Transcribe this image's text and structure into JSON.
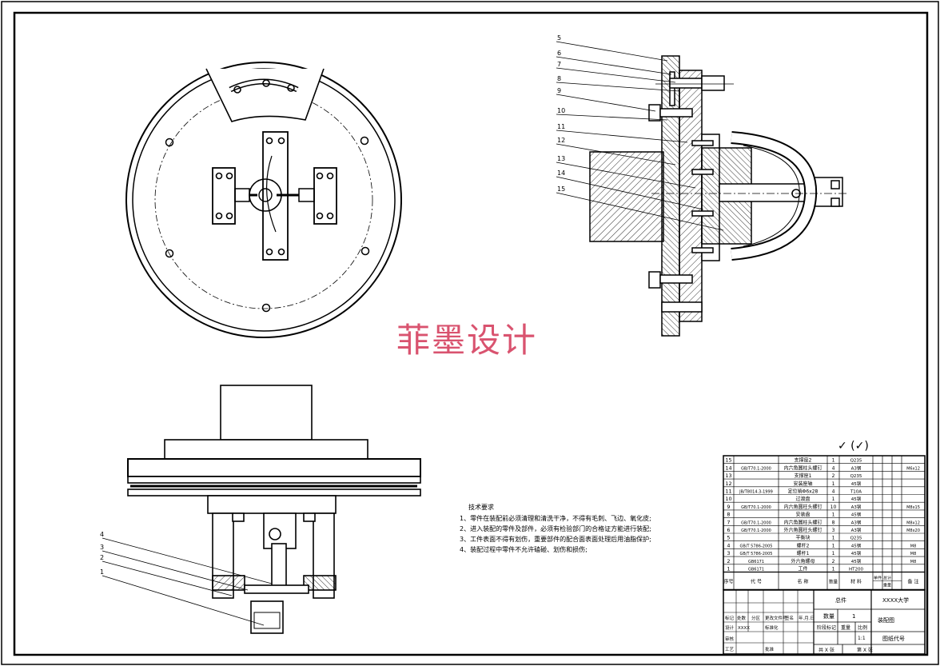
{
  "watermark": "菲墨设计",
  "roughness_symbol": "✓ (✓)",
  "leaders_top": [
    "5",
    "6",
    "7",
    "8",
    "9",
    "10",
    "11",
    "12",
    "13",
    "14",
    "15"
  ],
  "leaders_bottom": [
    "4",
    "3",
    "2",
    "1"
  ],
  "tech_req": {
    "title": "技术要求",
    "items": [
      "1、零件在装配前必须清理和清洗干净，不得有毛刺、飞边、氧化皮;",
      "2、进入装配的零件及部件，必须有检验部门的合格证方能进行装配;",
      "3、工件表面不得有划伤，重要部件的配合面表面处理后用油脂保护;",
      "4、装配过程中零件不允许磕碰、划伤和损伤;"
    ]
  },
  "bom": {
    "rows": [
      {
        "no": "15",
        "code": "",
        "name": "支撑座2",
        "qty": "1",
        "mat": "Q235",
        "note": ""
      },
      {
        "no": "14",
        "code": "GB/T70.1-2000",
        "name": "内六角圆柱头螺钉",
        "qty": "4",
        "mat": "A3钢",
        "note": "M6x12"
      },
      {
        "no": "13",
        "code": "",
        "name": "支撑座1",
        "qty": "2",
        "mat": "Q235",
        "note": ""
      },
      {
        "no": "12",
        "code": "",
        "name": "安装座轴",
        "qty": "1",
        "mat": "45钢",
        "note": ""
      },
      {
        "no": "11",
        "code": "JB/T8014.3-1999",
        "name": "定位销Φ6x28",
        "qty": "4",
        "mat": "T10A",
        "note": ""
      },
      {
        "no": "10",
        "code": "",
        "name": "过渡盘",
        "qty": "1",
        "mat": "45钢",
        "note": ""
      },
      {
        "no": "9",
        "code": "GB/T70.1-2000",
        "name": "内六角圆柱头螺钉",
        "qty": "10",
        "mat": "A3钢",
        "note": "M8x15"
      },
      {
        "no": "8",
        "code": "",
        "name": "安装盘",
        "qty": "1",
        "mat": "45钢",
        "note": ""
      },
      {
        "no": "7",
        "code": "GB/T70.1-2000",
        "name": "内六角圆柱头螺钉",
        "qty": "8",
        "mat": "A3钢",
        "note": "M8x12"
      },
      {
        "no": "6",
        "code": "GB/T70.1-2000",
        "name": "外六角圆柱头螺钉",
        "qty": "3",
        "mat": "A3钢",
        "note": "M8x20"
      },
      {
        "no": "5",
        "code": "",
        "name": "平衡块",
        "qty": "1",
        "mat": "Q235",
        "note": ""
      },
      {
        "no": "4",
        "code": "GB/T 5786-2005",
        "name": "螺杆2",
        "qty": "1",
        "mat": "45钢",
        "note": "M8"
      },
      {
        "no": "3",
        "code": "GB/T 5786-2005",
        "name": "螺杆1",
        "qty": "1",
        "mat": "45钢",
        "note": "M8"
      },
      {
        "no": "2",
        "code": "GB6171",
        "name": "外六角螺母",
        "qty": "2",
        "mat": "45钢",
        "note": "M8"
      },
      {
        "no": "1",
        "code": "GB6171",
        "name": "工件",
        "qty": "1",
        "mat": "HT200",
        "note": ""
      }
    ],
    "header": {
      "no": "序号",
      "code": "代 号",
      "name": "名 称",
      "qty": "数量",
      "mat": "材 料",
      "unit": "单件",
      "total": "总计",
      "weight": "重量",
      "note": "备 注"
    }
  },
  "title_block": {
    "school": "XXXX大学",
    "part_name": "总件",
    "drawing_title": "装配图",
    "drawing_no": "图纸代号",
    "qty_label": "数量",
    "qty_value": "1",
    "stage_label": "阶段标记",
    "weight_label": "重量",
    "scale_label": "比例",
    "scale_value": "1:1",
    "sheet_total": "共 X 张",
    "sheet_no": "第 X 张",
    "marks": "标记",
    "count": "处数",
    "zone": "分区",
    "change_no": "更改文件号",
    "sign": "签名",
    "date": "年.月.日",
    "design": "设计",
    "design_name": "XXXX",
    "standard": "标准化",
    "review": "审核",
    "process": "工艺",
    "approve": "批准"
  }
}
